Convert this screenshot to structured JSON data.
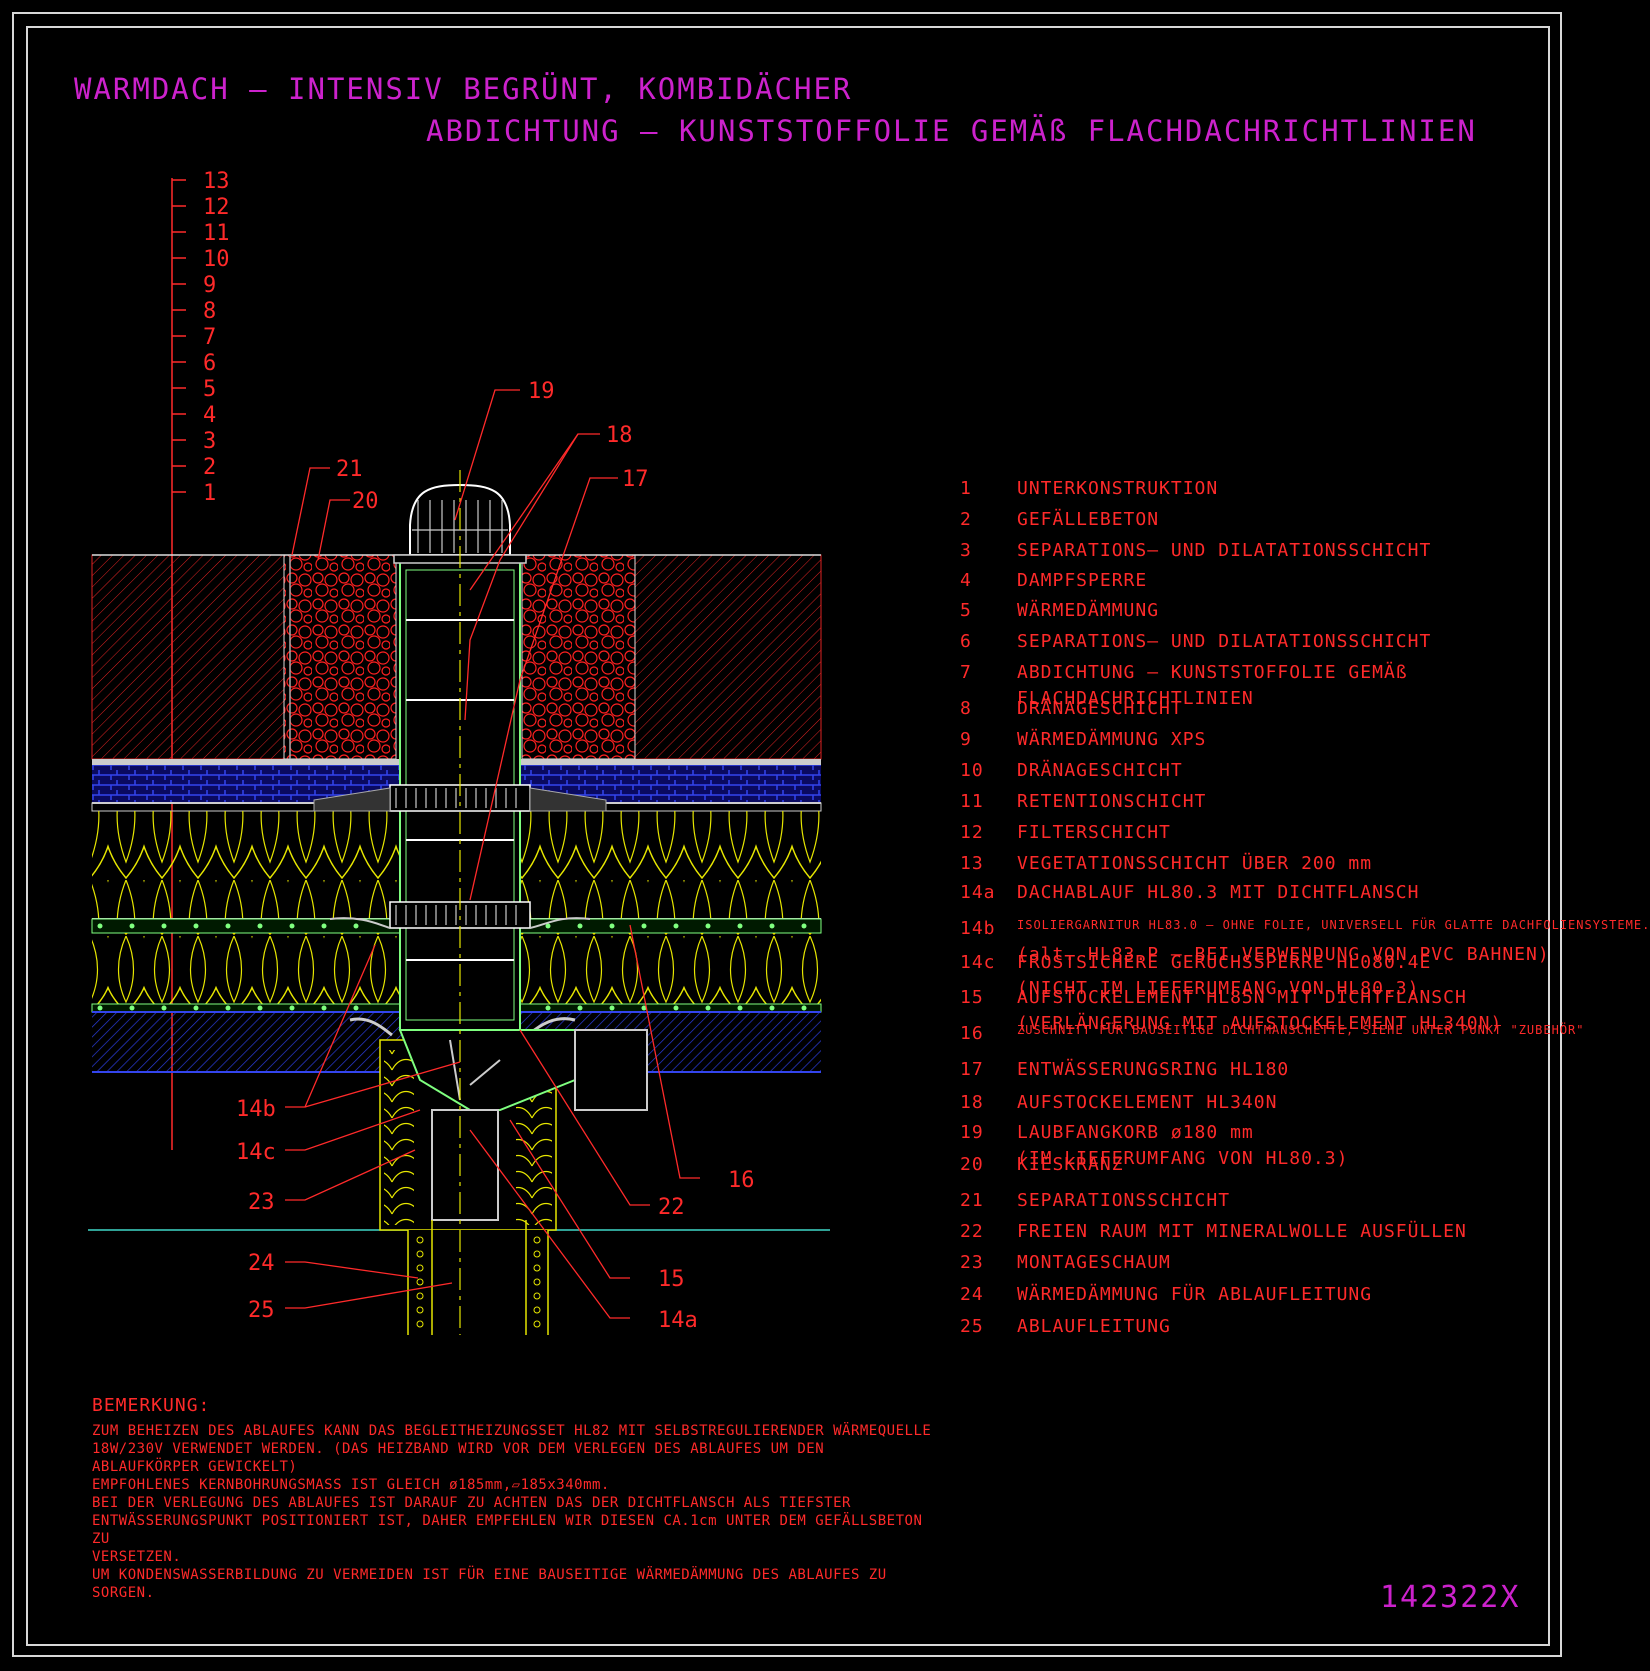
{
  "title": {
    "line1": "WARMDACH – INTENSIV BEGRÜNT, KOMBIDÄCHER",
    "line2": "ABDICHTUNG – KUNSTSTOFFOLIE GEMÄß FLACHDACHRICHTLINIEN"
  },
  "drawing": {
    "scale_labels": [
      "13",
      "12",
      "11",
      "10",
      "9",
      "8",
      "7",
      "6",
      "5",
      "4",
      "3",
      "2",
      "1"
    ],
    "callouts": {
      "c19": "19",
      "c18": "18",
      "c17": "17",
      "c21": "21",
      "c20": "20",
      "c16": "16",
      "c22": "22",
      "c15": "15",
      "c14a": "14a",
      "c14b": "14b",
      "c14c": "14c",
      "c23": "23",
      "c24": "24",
      "c25": "25"
    }
  },
  "legend": [
    {
      "num": "1",
      "text": "UNTERKONSTRUKTION"
    },
    {
      "num": "2",
      "text": "GEFÄLLEBETON"
    },
    {
      "num": "3",
      "text": "SEPARATIONS– UND DILATATIONSSCHICHT"
    },
    {
      "num": "4",
      "text": "DAMPFSPERRE"
    },
    {
      "num": "5",
      "text": "WÄRMEDÄMMUNG"
    },
    {
      "num": "6",
      "text": "SEPARATIONS– UND DILATATIONSSCHICHT"
    },
    {
      "num": "7",
      "text": "ABDICHTUNG – KUNSTSTOFFOLIE GEMÄß",
      "text2": "FLACHDACHRICHTLINIEN"
    },
    {
      "num": "8",
      "text": "DRÄNAGESCHICHT"
    },
    {
      "num": "9",
      "text": "WÄRMEDÄMMUNG XPS"
    },
    {
      "num": "10",
      "text": "DRÄNAGESCHICHT"
    },
    {
      "num": "11",
      "text": "RETENTIONSCHICHT"
    },
    {
      "num": "12",
      "text": "FILTERSCHICHT"
    },
    {
      "num": "13",
      "text": "VEGETATIONSSCHICHT ÜBER 200 mm"
    },
    {
      "num": "14a",
      "text": "DACHABLAUF HL80.3 MIT DICHTFLANSCH"
    },
    {
      "num": "14b",
      "text": "ISOLIERGARNITUR HL83.0 – OHNE FOLIE, UNIVERSELL FÜR GLATTE DACHFOLIENSYSTEME.",
      "text2": "(alt. HL83.P – BEI VERWENDUNG VON PVC BAHNEN)"
    },
    {
      "num": "14c",
      "text": "FROSTSICHERE GERUCHSSPERRE HL080.4E",
      "text2": "(NICHT IM LIEFERUMFANG VON HL80.3)"
    },
    {
      "num": "15",
      "text": "AUFSTOCKELEMENT HL85N MIT DICHTFLANSCH",
      "text2": "(VERLÄNGERUNG MIT AUFSTOCKELEMENT HL340N)"
    },
    {
      "num": "16",
      "text": "ZUSCHNITT FÜR BAUSEITIGE DICHTMANSCHETTE, SIEHE UNTER PUNKT \"ZUBEHÖR\""
    },
    {
      "num": "17",
      "text": "ENTWÄSSERUNGSRING HL180"
    },
    {
      "num": "18",
      "text": "AUFSTOCKELEMENT HL340N"
    },
    {
      "num": "19",
      "text": "LAUBFANGKORB ø180 mm",
      "text2": "(IM LIEFERUMFANG VON HL80.3)"
    },
    {
      "num": "20",
      "text": "KIESKRANZ"
    },
    {
      "num": "21",
      "text": "SEPARATIONSSCHICHT"
    },
    {
      "num": "22",
      "text": "FREIEN RAUM MIT MINERALWOLLE AUSFÜLLEN"
    },
    {
      "num": "23",
      "text": "MONTAGESCHAUM"
    },
    {
      "num": "24",
      "text": "WÄRMEDÄMMUNG FÜR ABLAUFLEITUNG"
    },
    {
      "num": "25",
      "text": "ABLAUFLEITUNG"
    }
  ],
  "remark": {
    "title": "BEMERKUNG:",
    "lines": [
      "ZUM BEHEIZEN DES ABLAUFES KANN DAS BEGLEITHEIZUNGSSET HL82 MIT SELBSTREGULIERENDER WÄRMEQUELLE",
      "18W/230V VERWENDET WERDEN. (DAS HEIZBAND WIRD VOR DEM VERLEGEN DES ABLAUFES UM DEN",
      "ABLAUFKÖRPER GEWICKELT)",
      "EMPFOHLENES KERNBOHRUNGSMASS IST GLEICH ø185mm,▱185x340mm.",
      "BEI DER VERLEGUNG DES ABLAUFES IST DARAUF ZU ACHTEN DAS DER DICHTFLANSCH ALS TIEFSTER",
      "ENTWÄSSERUNGSPUNKT POSITIONIERT IST, DAHER EMPFEHLEN WIR DIESEN CA.1cm UNTER DEM GEFÄLLSBETON ZU",
      "VERSETZEN.",
      "UM KONDENSWASSERBILDUNG ZU VERMEIDEN IST FÜR EINE BAUSEITIGE WÄRMEDÄMMUNG DES ABLAUFES ZU",
      "SORGEN."
    ]
  },
  "drawing_code": "142322X",
  "colors": {
    "background": "#000000",
    "title": "#cc22cc",
    "text": "#ff2a2a",
    "insulation": "#e6e600",
    "xps": "#2233cc",
    "pipe": "#7fff7f",
    "axis": "#e6e600"
  }
}
